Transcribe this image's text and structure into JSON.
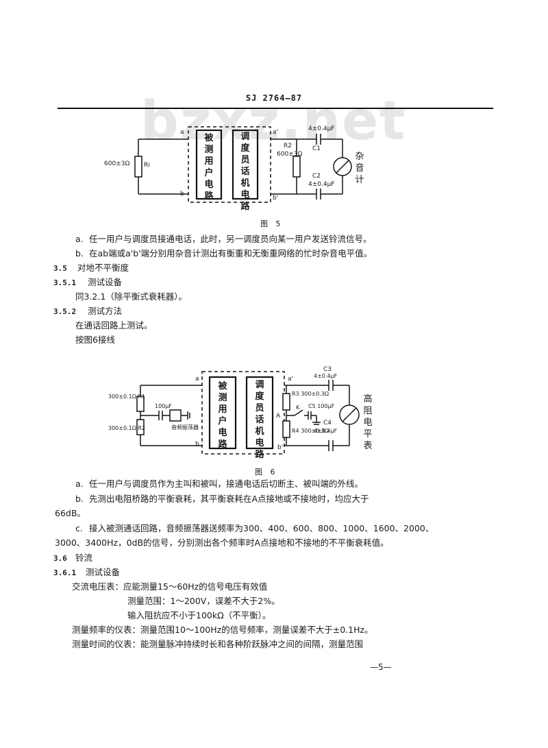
{
  "header": {
    "code": "SJ 2764—87",
    "watermark": "bzxz.net"
  },
  "fig5": {
    "caption": "图  5",
    "box1": "被测用户电路",
    "box2": "调度员话机电路",
    "r1_value": "600±3Ω",
    "r1_name": "Ri",
    "r2_name": "R2",
    "r2_value": "600±3Ω",
    "c1_name": "C1",
    "c1_value": "4±0.4μF",
    "c2_name": "C2",
    "c2_value": "4±0.4μF",
    "meter": "杂音计",
    "term_a": "a",
    "term_b": "b",
    "term_a2": "a'",
    "term_b2": "b'"
  },
  "text1": {
    "a_label": "a.",
    "a_text": "任一用户与调度员接通电话，此时，另一调度员向某一用户发送铃流信号。",
    "b_label": "b.",
    "b_text": "在ab端或a'b'端分别用杂音计测出有衡重和无衡重网络的忙时杂音电平值。",
    "s35_num": "3.5",
    "s35_title": "对地不平衡度",
    "s351_num": "3.5.1",
    "s351_title": "测试设备",
    "s351_body": "同3.2.1（除平衡式衰耗器）。",
    "s352_num": "3.5.2",
    "s352_title": "测试方法",
    "s352_body1": "在通话回路上测试。",
    "s352_body2": "按图6接线"
  },
  "fig6": {
    "caption": "图  6",
    "box1": "被测用户电路",
    "box2": "调度员话机电路",
    "r1_label": "300±0.1Ω R1",
    "r2_label": "300±0.1Ω R2",
    "c_label": "100μF",
    "osc_label": "音频振荡器",
    "r3_label": "R3 300±0.3Ω",
    "r4_label": "R4 300±0.3Ω",
    "k_label": "K",
    "a_point": "A",
    "c5_label": "C5 100μF",
    "c3_name": "C3",
    "c3_value": "4±0.4μF",
    "c4_name": "C4",
    "c4_value": "4±0.4μF",
    "meter": "高阻电平表",
    "term_a": "a",
    "term_b": "b",
    "term_a2": "a'",
    "term_b2": "b'"
  },
  "text2": {
    "a_label": "a.",
    "a_text": "任一用户与调度员作为主叫和被叫，接通电话后切断主、被叫端的外线。",
    "b_label": "b.",
    "b_text": "先测出电阻桥路的平衡衰耗，其平衡衰耗在A点接地或不接地时，均应大于",
    "b_cont": "66dB。",
    "c_label": "c.",
    "c_text": "接入被测通话回路，音频振荡器送频率为300、400、600、800、1000、1600、2000、",
    "c_cont": "3000、3400Hz，0dB的信号，分别测出各个频率时A点接地和不接地的不平衡衰耗值。",
    "s36_num": "3.6",
    "s36_title": "铃流",
    "s361_num": "3.6.1",
    "s361_title": "测试设备",
    "l1": "交流电压表：应能测量15～60Hz的信号电压有效值",
    "l2": "测量范围：1～200V，误差不大于2%。",
    "l3": "输入阻抗应不小于100kΩ（不平衡）。",
    "l4": "测量频率的仪表：测量范围10～100Hz的信号频率，测量误差不大于±0.1Hz。",
    "l5": "测量时间的仪表：能测量脉冲持续时长和各种阶跃脉冲之间的间隔，测量范围"
  },
  "footer": {
    "page": "—5—"
  }
}
